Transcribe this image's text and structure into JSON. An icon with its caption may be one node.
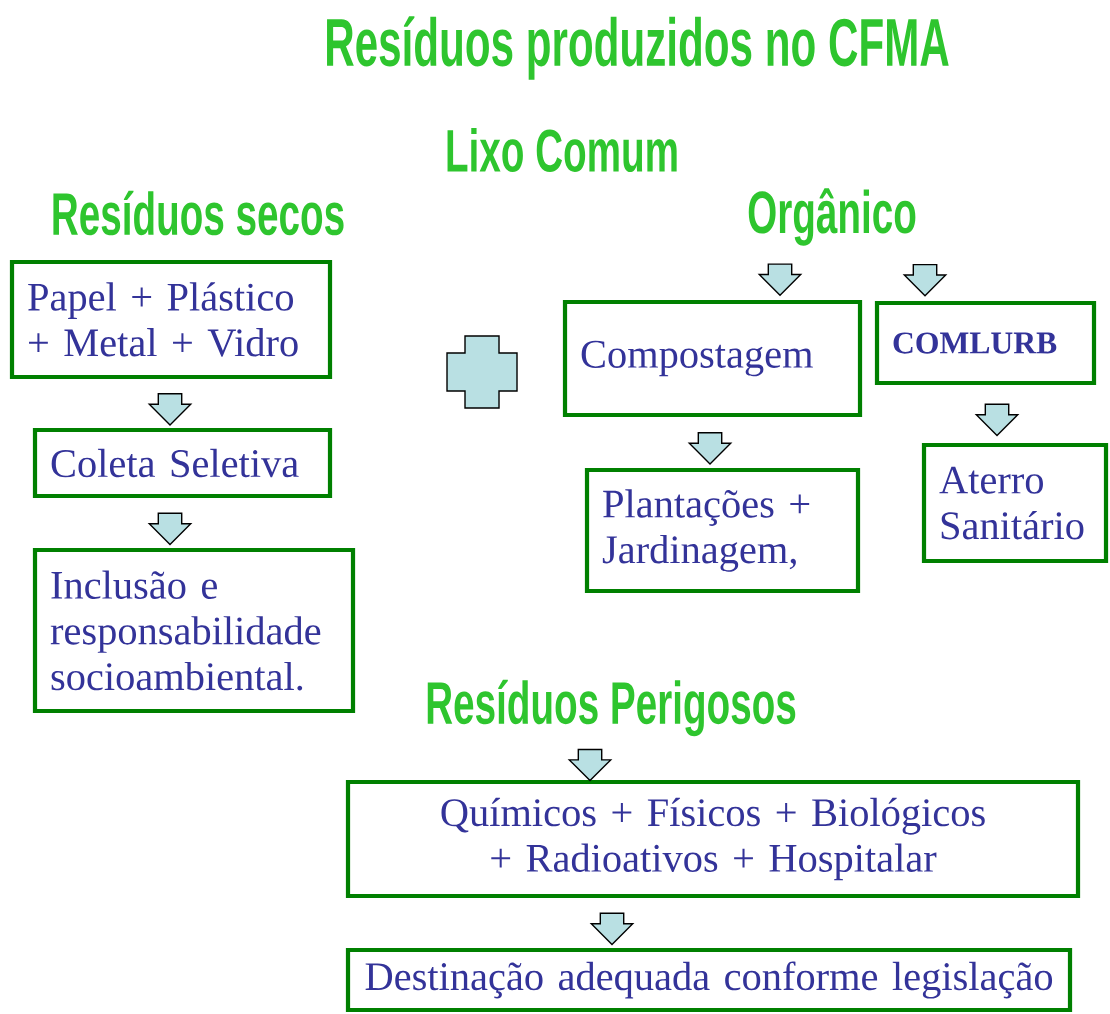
{
  "diagram": {
    "title": "Resíduos produzidos no CFMA",
    "nodes": [
      {
        "text": [
          "Papel + Plástico + Metal + Vidro"
        ]
      },
      {
        "text": [
          "Coleta Seletiva"
        ]
      },
      {
        "text": [
          "Inclusão e responsabilidade socioambiental."
        ]
      },
      {
        "text": [
          "Orgânico"
        ]
      },
      {
        "text": [
          "Compostagem"
        ]
      },
      {
        "text": [
          "COMLURB"
        ]
      },
      {
        "text": [
          "Plantações + Jardinagem,"
        ]
      },
      {
        "text": [
          "Aterro Sanitário"
        ]
      },
      {
        "text": [
          "Resíduos Perigosos"
        ]
      },
      {
        "text": [
          "Químicos + Físicos + Biológicos + Radioativos + Hospitalar"
        ]
      },
      {
        "text": [
          "Destinação adequada conforme legislação"
        ]
      },
      {
        "text": [],
        "shape": "cross"
      }
    ],
    "edges": [
      {
        "from": 0,
        "to": 1,
        "arrow": "to"
      },
      {
        "from": 1,
        "to": 2,
        "arrow": "to"
      },
      {
        "from": 3,
        "to": 4,
        "arrow": "to"
      },
      {
        "from": 3,
        "to": 5,
        "arrow": "to"
      },
      {
        "from": 4,
        "to": 6,
        "arrow": "to"
      },
      {
        "from": 5,
        "to": 7,
        "arrow": "to"
      },
      {
        "from": 8,
        "to": 9,
        "arrow": "to"
      },
      {
        "from": 9,
        "to": 10,
        "arrow": "to"
      }
    ],
    "labels": [
      "Lixo Comum",
      "Resíduos secos"
    ]
  }
}
